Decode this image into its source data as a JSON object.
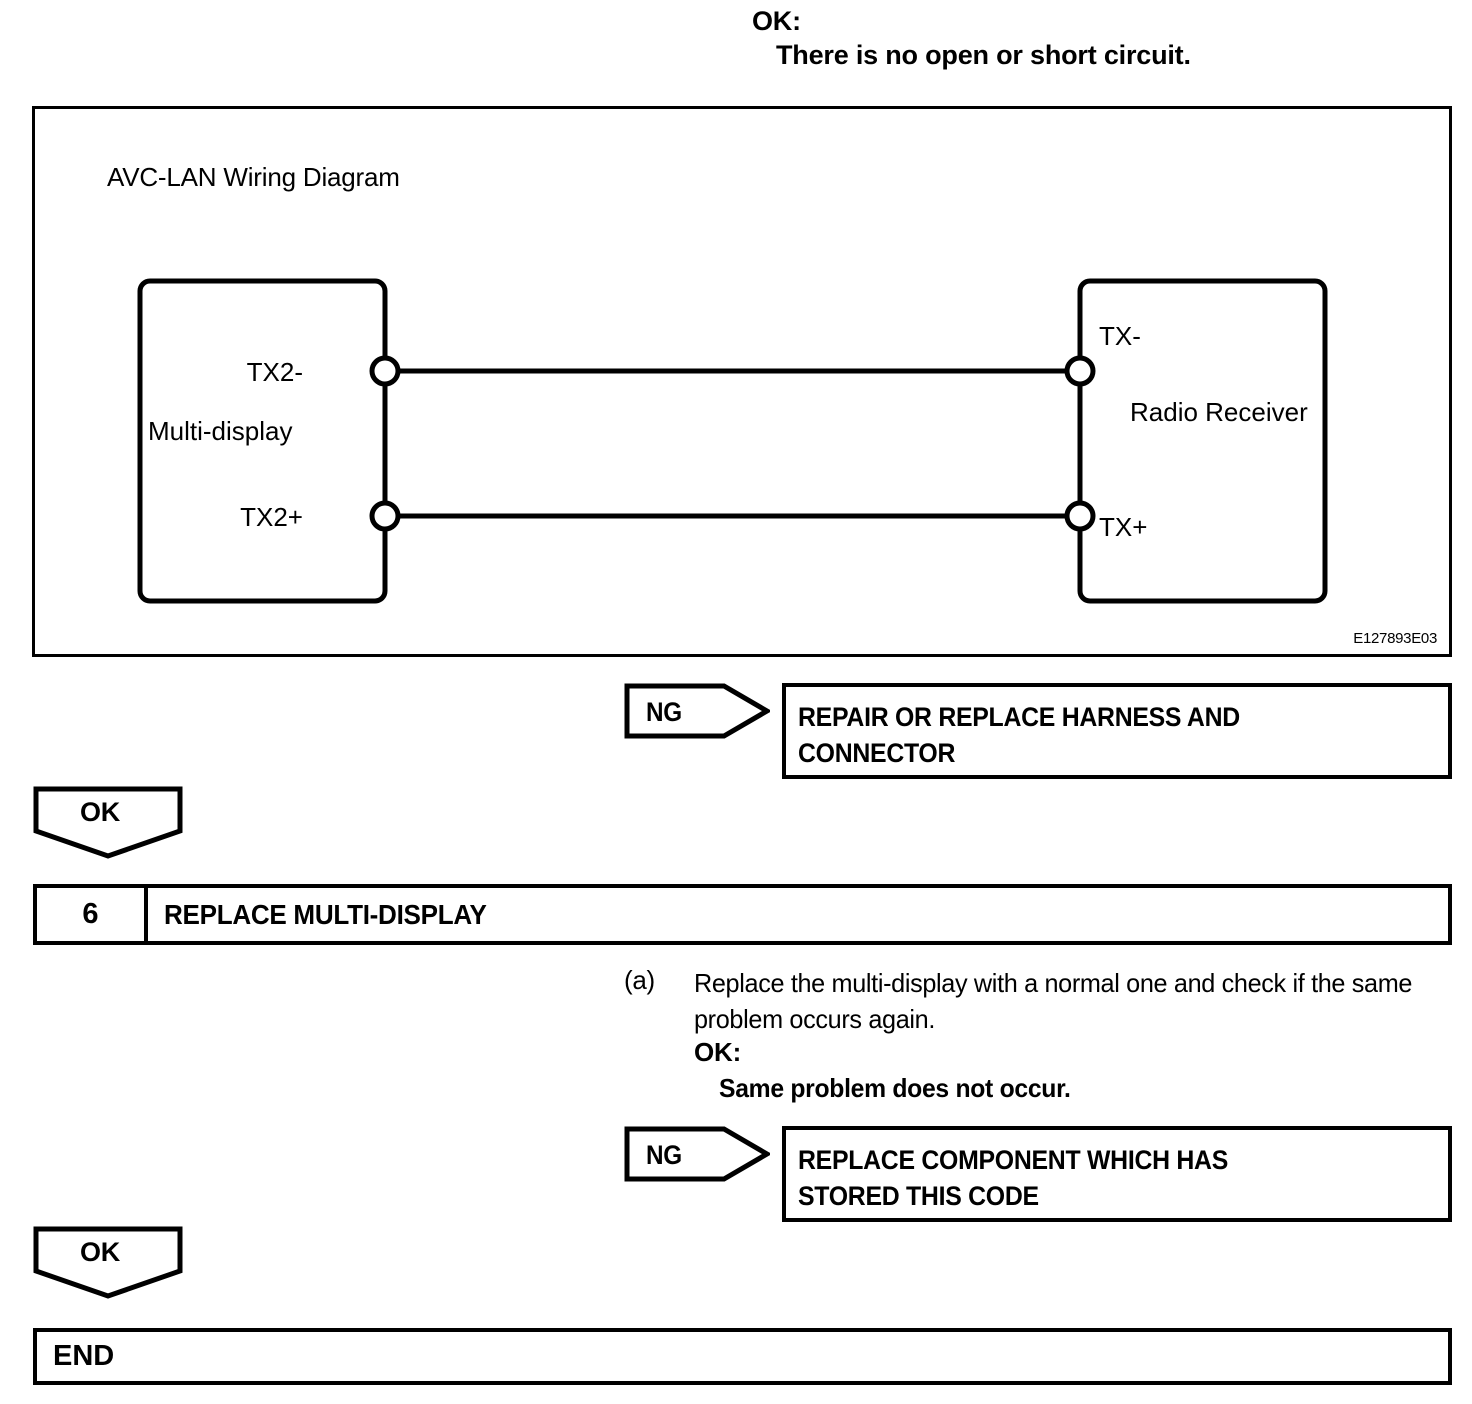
{
  "top_statement": {
    "ok_label": "OK:",
    "ok_text": "There is no open or short circuit."
  },
  "wiring_diagram": {
    "title": "AVC-LAN Wiring Diagram",
    "figure_code": "E127893E03",
    "left_component": {
      "name": "Multi-display",
      "terminals": [
        {
          "label": "TX2-"
        },
        {
          "label": "TX2+"
        }
      ]
    },
    "right_component": {
      "name": "Radio Receiver",
      "terminals": [
        {
          "label": "TX-"
        },
        {
          "label": "TX+"
        }
      ]
    }
  },
  "branch_ng_1": {
    "tag": "NG",
    "result": "REPAIR OR REPLACE HARNESS AND\nCONNECTOR"
  },
  "branch_ok_1": {
    "tag": "OK"
  },
  "step_6": {
    "number": "6",
    "title": "REPLACE MULTI-DISPLAY",
    "instruction_marker": "(a)",
    "instruction_text": "Replace the multi-display with a normal one and check if the same problem occurs again.",
    "ok_label": "OK:",
    "ok_text": "Same problem does not occur."
  },
  "branch_ng_2": {
    "tag": "NG",
    "result": "REPLACE COMPONENT WHICH HAS\nSTORED THIS CODE"
  },
  "branch_ok_2": {
    "tag": "OK"
  },
  "end_step": {
    "label": "END"
  }
}
